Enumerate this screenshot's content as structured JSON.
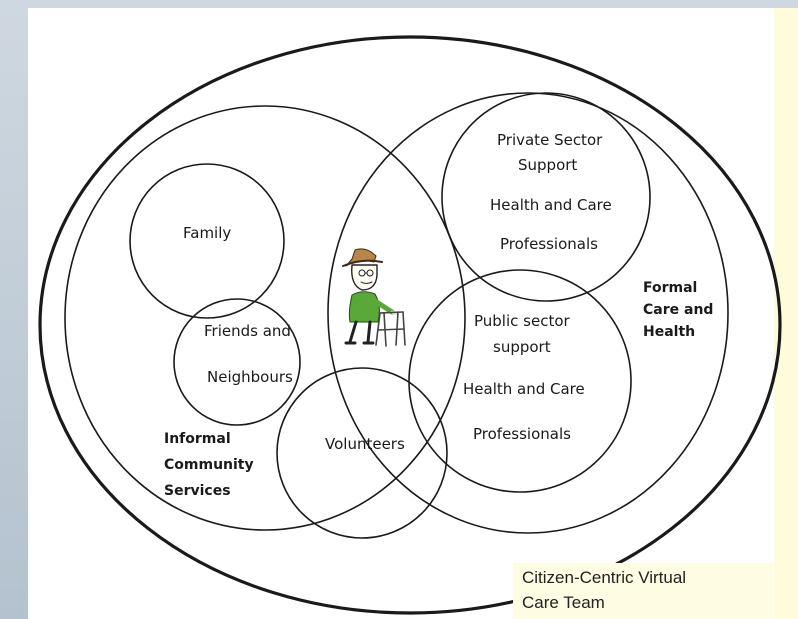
{
  "diagram": {
    "circles": {
      "family": "Family",
      "friends_line1": "Friends and",
      "friends_line2": "Neighbours",
      "volunteers": "Volunteers",
      "private_line1": "Private Sector",
      "private_line2": "Support",
      "private_line3": "Health and Care",
      "private_line4": "Professionals",
      "public_line1": "Public sector",
      "public_line2": "support",
      "public_line3": "Health and Care",
      "public_line4": "Professionals"
    },
    "groups": {
      "informal_line1": "Informal",
      "informal_line2": "Community",
      "informal_line3": "Services",
      "formal_line1": "Formal",
      "formal_line2": "Care and",
      "formal_line3": "Health"
    },
    "caption_line1": "Citizen-Centric Virtual",
    "caption_line2": "Care Team",
    "colors": {
      "stroke": "#1a1a1a",
      "person_hat": "#b8864a",
      "person_shirt": "#5aa83a"
    }
  }
}
